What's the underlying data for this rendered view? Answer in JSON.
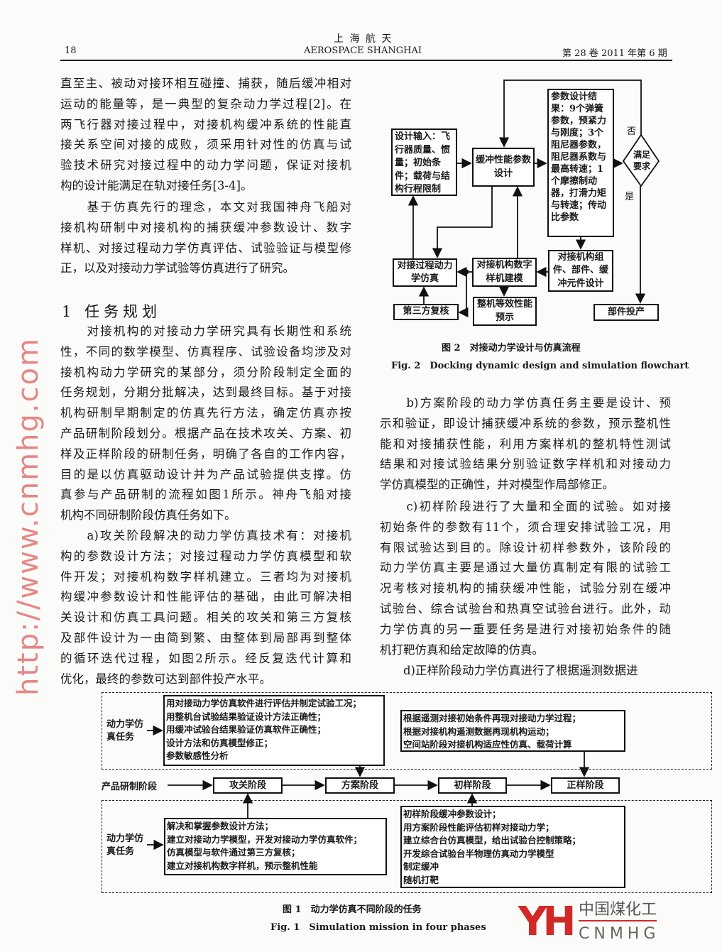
{
  "header": {
    "journal_cn": "上 海 航 天",
    "journal_en": "AEROSPACE  SHANGHAI",
    "page_number": "18",
    "issue": "第 28 卷 2011 年第 6 期"
  },
  "left_column": {
    "p1": [
      "直至主、被动对接环相互碰撞、捕获，随后缓冲相对",
      "运动的能量等，是一典型的复杂动力学过程[2]。在",
      "两飞行器对接过程中，对接机构缓冲系统的性能直",
      "接关系空间对接的成败，须采用针对性的仿真与试",
      "验技术研究对接过程中的动力学问题，保证对接机",
      "构的设计能满足在轨对接任务[3-4]。"
    ],
    "p2": [
      "　　基于仿真先行的理念，本文对我国神舟飞船对",
      "接机构研制中对接机构的捕获缓冲参数设计、数字",
      "样机、对接过程动力学仿真评估、试验验证与模型修",
      "正，以及对接动力学试验等仿真进行了研究。"
    ],
    "heading": "1  任务规划",
    "p3": [
      "　　对接机构的对接动力学研究具有长期性和系统",
      "性，不同的数学模型、仿真程序、试验设备均涉及对",
      "接机构动力学研究的某部分，须分阶段制定全面的",
      "任务规划，分期分批解决，达到最终目标。基于对接",
      "机构研制早期制定的仿真先行方法，确定仿真亦按",
      "产品研制阶段划分。根据产品在技术攻关、方案、初",
      "样及正样阶段的研制任务，明确了各自的工作内容，",
      "目的是以仿真驱动设计并为产品试验提供支撑。仿",
      "真参与产品研制的流程如图1所示。神舟飞船对接",
      "机构不同研制阶段仿真任务如下。"
    ],
    "p4": [
      "　　a)攻关阶段解决的动力学仿真技术有：对接机",
      "构的参数设计方法；对接过程动力学仿真模型和软",
      "件开发；对接机构数字样机建立。三者均为对接机",
      "构缓冲参数设计和性能评估的基础，由此可解决相",
      "关设计和仿真工具问题。相关的攻关和第三方复核",
      "及部件设计为一由简到繁、由整体到局部再到整体",
      "的循环迭代过程，如图2所示。经反复迭代计算和",
      "优化，最终的参数可达到部件投产水平。"
    ]
  },
  "right_column": {
    "pb": [
      "　　b)方案阶段的动力学仿真任务主要是设计、预",
      "示和验证，即设计捕获缓冲系统的参数，预示整机性",
      "能和对接捕获性能，利用方案样机的整机特性测试",
      "结果和对接试验结果分别验证数字样机和对接动力",
      "学仿真模型的正确性，并对模型作局部修正。"
    ],
    "pc": [
      "　　c)初样阶段进行了大量和全面的试验。如对接",
      "初始条件的参数有11个，须合理安排试验工况，用",
      "有限试验达到目的。除设计初样参数外，该阶段的",
      "动力学仿真主要是通过大量仿真制定有限的试验工",
      "况考核对接机构的捕获缓冲性能，试验分别在缓冲",
      "试验台、综合试验台和热真空试验台进行。此外，动",
      "力学仿真的另一重要任务是进行对接初始条件的随",
      "机打靶仿真和给定故障的仿真。"
    ],
    "pd": [
      "　　d)正样阶段动力学仿真进行了根据遥测数据进"
    ]
  },
  "fig2": {
    "design_input": "设计输入：飞行器质量、惯量；初始条件；载荷与结构行程限制",
    "buffer_design": "缓冲性能参数设计",
    "design_result": "参数设计结果：9个弹簧参数，预紧力与刚度；3个阻尼器参数，阻尼器系数与最高转速；1个摩擦制动器，打滑力矩与转速；传动比参数",
    "decision": "满足要求",
    "no": "否",
    "yes": "是",
    "component_design": "对接机构组件、部件、缓冲元件设计",
    "dynamics_sim": "对接过程动力学仿真",
    "digital_proto": "对接机构数字样机建模",
    "third_party": "第三方复核",
    "perf_predict": "整机等效性能预示",
    "production": "部件投产",
    "caption_cn": "图 2　对接动力学设计与仿真流程",
    "caption_en": "Fig. 2　Docking dynamic design and simulation flowchart"
  },
  "fig1": {
    "task_label_top": "动力学仿真任务",
    "task_label_bottom": "动力学仿真任务",
    "stage_label": "产品研制阶段",
    "stages": [
      "攻关阶段",
      "方案阶段",
      "初样阶段",
      "正样阶段"
    ],
    "top_left": [
      "用对接动力学仿真软件进行评估并制定试验工况；",
      "用整机台试验结果验证设计方法正确性；",
      "用缓冲试验台结果验证仿真软件正确性；",
      "设计方法和仿真模型修正；",
      "参数敏感性分析"
    ],
    "top_right": [
      "根据遥测对接初始条件再现对接动力学过程；",
      "根据对接机构遥测数据再现机构运动；",
      "空间站阶段对接机构适应性仿真、载荷计算"
    ],
    "bottom_left": [
      "解决和掌握参数设计方法；",
      "建立对接动力学模型，开发对接动力学仿真软件；",
      "仿真模型与软件通过第三方复核；",
      "建立对接机构数字样机，预示整机性能"
    ],
    "bottom_right": [
      "初样阶段缓冲参数设计；",
      "用方案阶段性能评估初样对接动力学；",
      "建立综合台仿真模型，给出试验台控制策略；",
      "开发综合试验台半物理仿真动力学模型",
      "制定缓冲",
      "随机打靶"
    ],
    "caption_cn": "图 1　动力学仿真不同阶段的任务",
    "caption_en": "Fig. 1　Simulation mission in four phases"
  },
  "watermark": {
    "url": "http://www.cnmhg.com",
    "logo_cn": "中国煤化工",
    "logo_en": "CNMHG",
    "logo_mark": "YH"
  },
  "colors": {
    "watermark": "#d22828",
    "ink": "#1a1a1a"
  }
}
